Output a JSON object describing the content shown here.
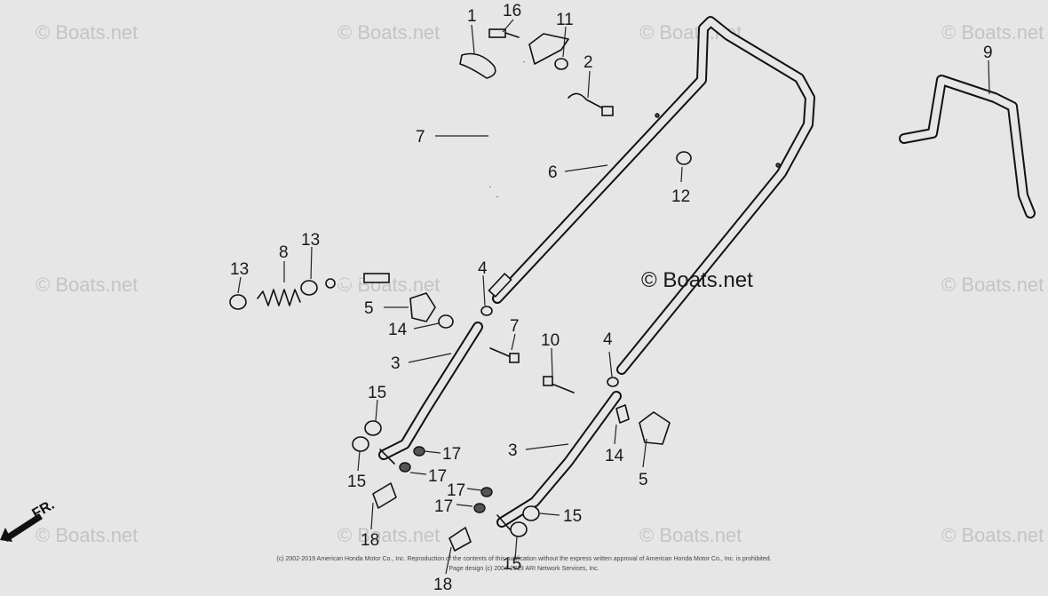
{
  "watermark": "© Boats.net",
  "main_watermark": "© Boats.net",
  "front_marker": {
    "label": "FR.",
    "icon": "arrow-down-left"
  },
  "copyright_lines": [
    "(c) 2002-2019 American Honda Motor Co., Inc. Reproduction of the contents of this publication without the express written approval of American Honda Motor Co., Inc. is prohibited.",
    "Page design (c) 2004-2019 ARI Network Services, Inc."
  ],
  "callouts": [
    {
      "id": "c1",
      "label": "1"
    },
    {
      "id": "c16",
      "label": "16"
    },
    {
      "id": "c11",
      "label": "11"
    },
    {
      "id": "c2",
      "label": "2"
    },
    {
      "id": "c7a",
      "label": "7"
    },
    {
      "id": "c6",
      "label": "6"
    },
    {
      "id": "c12",
      "label": "12"
    },
    {
      "id": "c9",
      "label": "9"
    },
    {
      "id": "c13a",
      "label": "13"
    },
    {
      "id": "c8",
      "label": "8"
    },
    {
      "id": "c13b",
      "label": "13"
    },
    {
      "id": "c4a",
      "label": "4"
    },
    {
      "id": "c5a",
      "label": "5"
    },
    {
      "id": "c14a",
      "label": "14"
    },
    {
      "id": "c7b",
      "label": "7"
    },
    {
      "id": "c3a",
      "label": "3"
    },
    {
      "id": "c10",
      "label": "10"
    },
    {
      "id": "c4b",
      "label": "4"
    },
    {
      "id": "c15a",
      "label": "15"
    },
    {
      "id": "c15b",
      "label": "15"
    },
    {
      "id": "c17a",
      "label": "17"
    },
    {
      "id": "c17b",
      "label": "17"
    },
    {
      "id": "c3b",
      "label": "3"
    },
    {
      "id": "c14b",
      "label": "14"
    },
    {
      "id": "c5b",
      "label": "5"
    },
    {
      "id": "c17c",
      "label": "17"
    },
    {
      "id": "c17d",
      "label": "17"
    },
    {
      "id": "c15c",
      "label": "15"
    },
    {
      "id": "c15d",
      "label": "15"
    },
    {
      "id": "c18a",
      "label": "18"
    },
    {
      "id": "c18b",
      "label": "18"
    }
  ]
}
